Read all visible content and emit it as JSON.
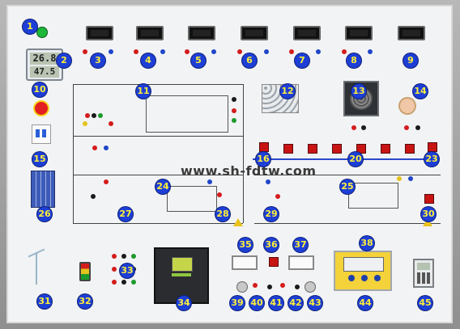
{
  "watermark": "www.sh-fdtw.com",
  "callouts": [
    "1",
    "2",
    "3",
    "4",
    "5",
    "6",
    "7",
    "8",
    "9",
    "10",
    "11",
    "12",
    "13",
    "14",
    "15",
    "16",
    "20",
    "23",
    "24",
    "25",
    "26",
    "27",
    "28",
    "29",
    "30",
    "31",
    "32",
    "33",
    "34",
    "35",
    "36",
    "37",
    "38",
    "39",
    "40",
    "41",
    "42",
    "43",
    "44",
    "45"
  ],
  "hygrometer": {
    "top": "26.8",
    "bottom": "47.5"
  },
  "colors": {
    "callout_bg": "#1d3fd6",
    "callout_text": "#ffef3a",
    "switch_red": "#c91414",
    "panel_bg": "#f2f3f5"
  }
}
